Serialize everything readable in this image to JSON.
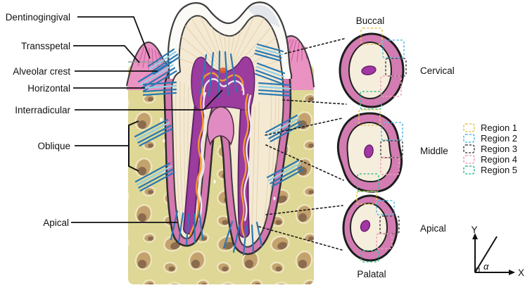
{
  "figure": {
    "fiber_labels": [
      "Dentinogingival",
      "Transspetal",
      "Alveolar crest",
      "Horizontal",
      "Interradicular",
      "Oblique",
      "Apical"
    ],
    "section_orientation_top": "Buccal",
    "section_orientation_bottom": "Palatal",
    "section_levels": [
      "Cervical",
      "Middle",
      "Apical"
    ],
    "legend": {
      "items": [
        "Region 1",
        "Region 2",
        "Region 3",
        "Region 4",
        "Region 5"
      ],
      "colors": [
        "#e9c352",
        "#56bde8",
        "#4d4d4d",
        "#f2a0b9",
        "#3fc08e"
      ]
    },
    "axis": {
      "x_label": "X",
      "y_label": "Y",
      "angle_label": "α"
    },
    "colors": {
      "bone": "#ded795",
      "gingiva": "#ea92c2",
      "pdl": "#d478af",
      "pulp": "#9b3c9e",
      "fiber_dark": "#2979b3",
      "fiber_light": "#8fd0e6",
      "vessel_orange": "#f59b2e"
    }
  }
}
